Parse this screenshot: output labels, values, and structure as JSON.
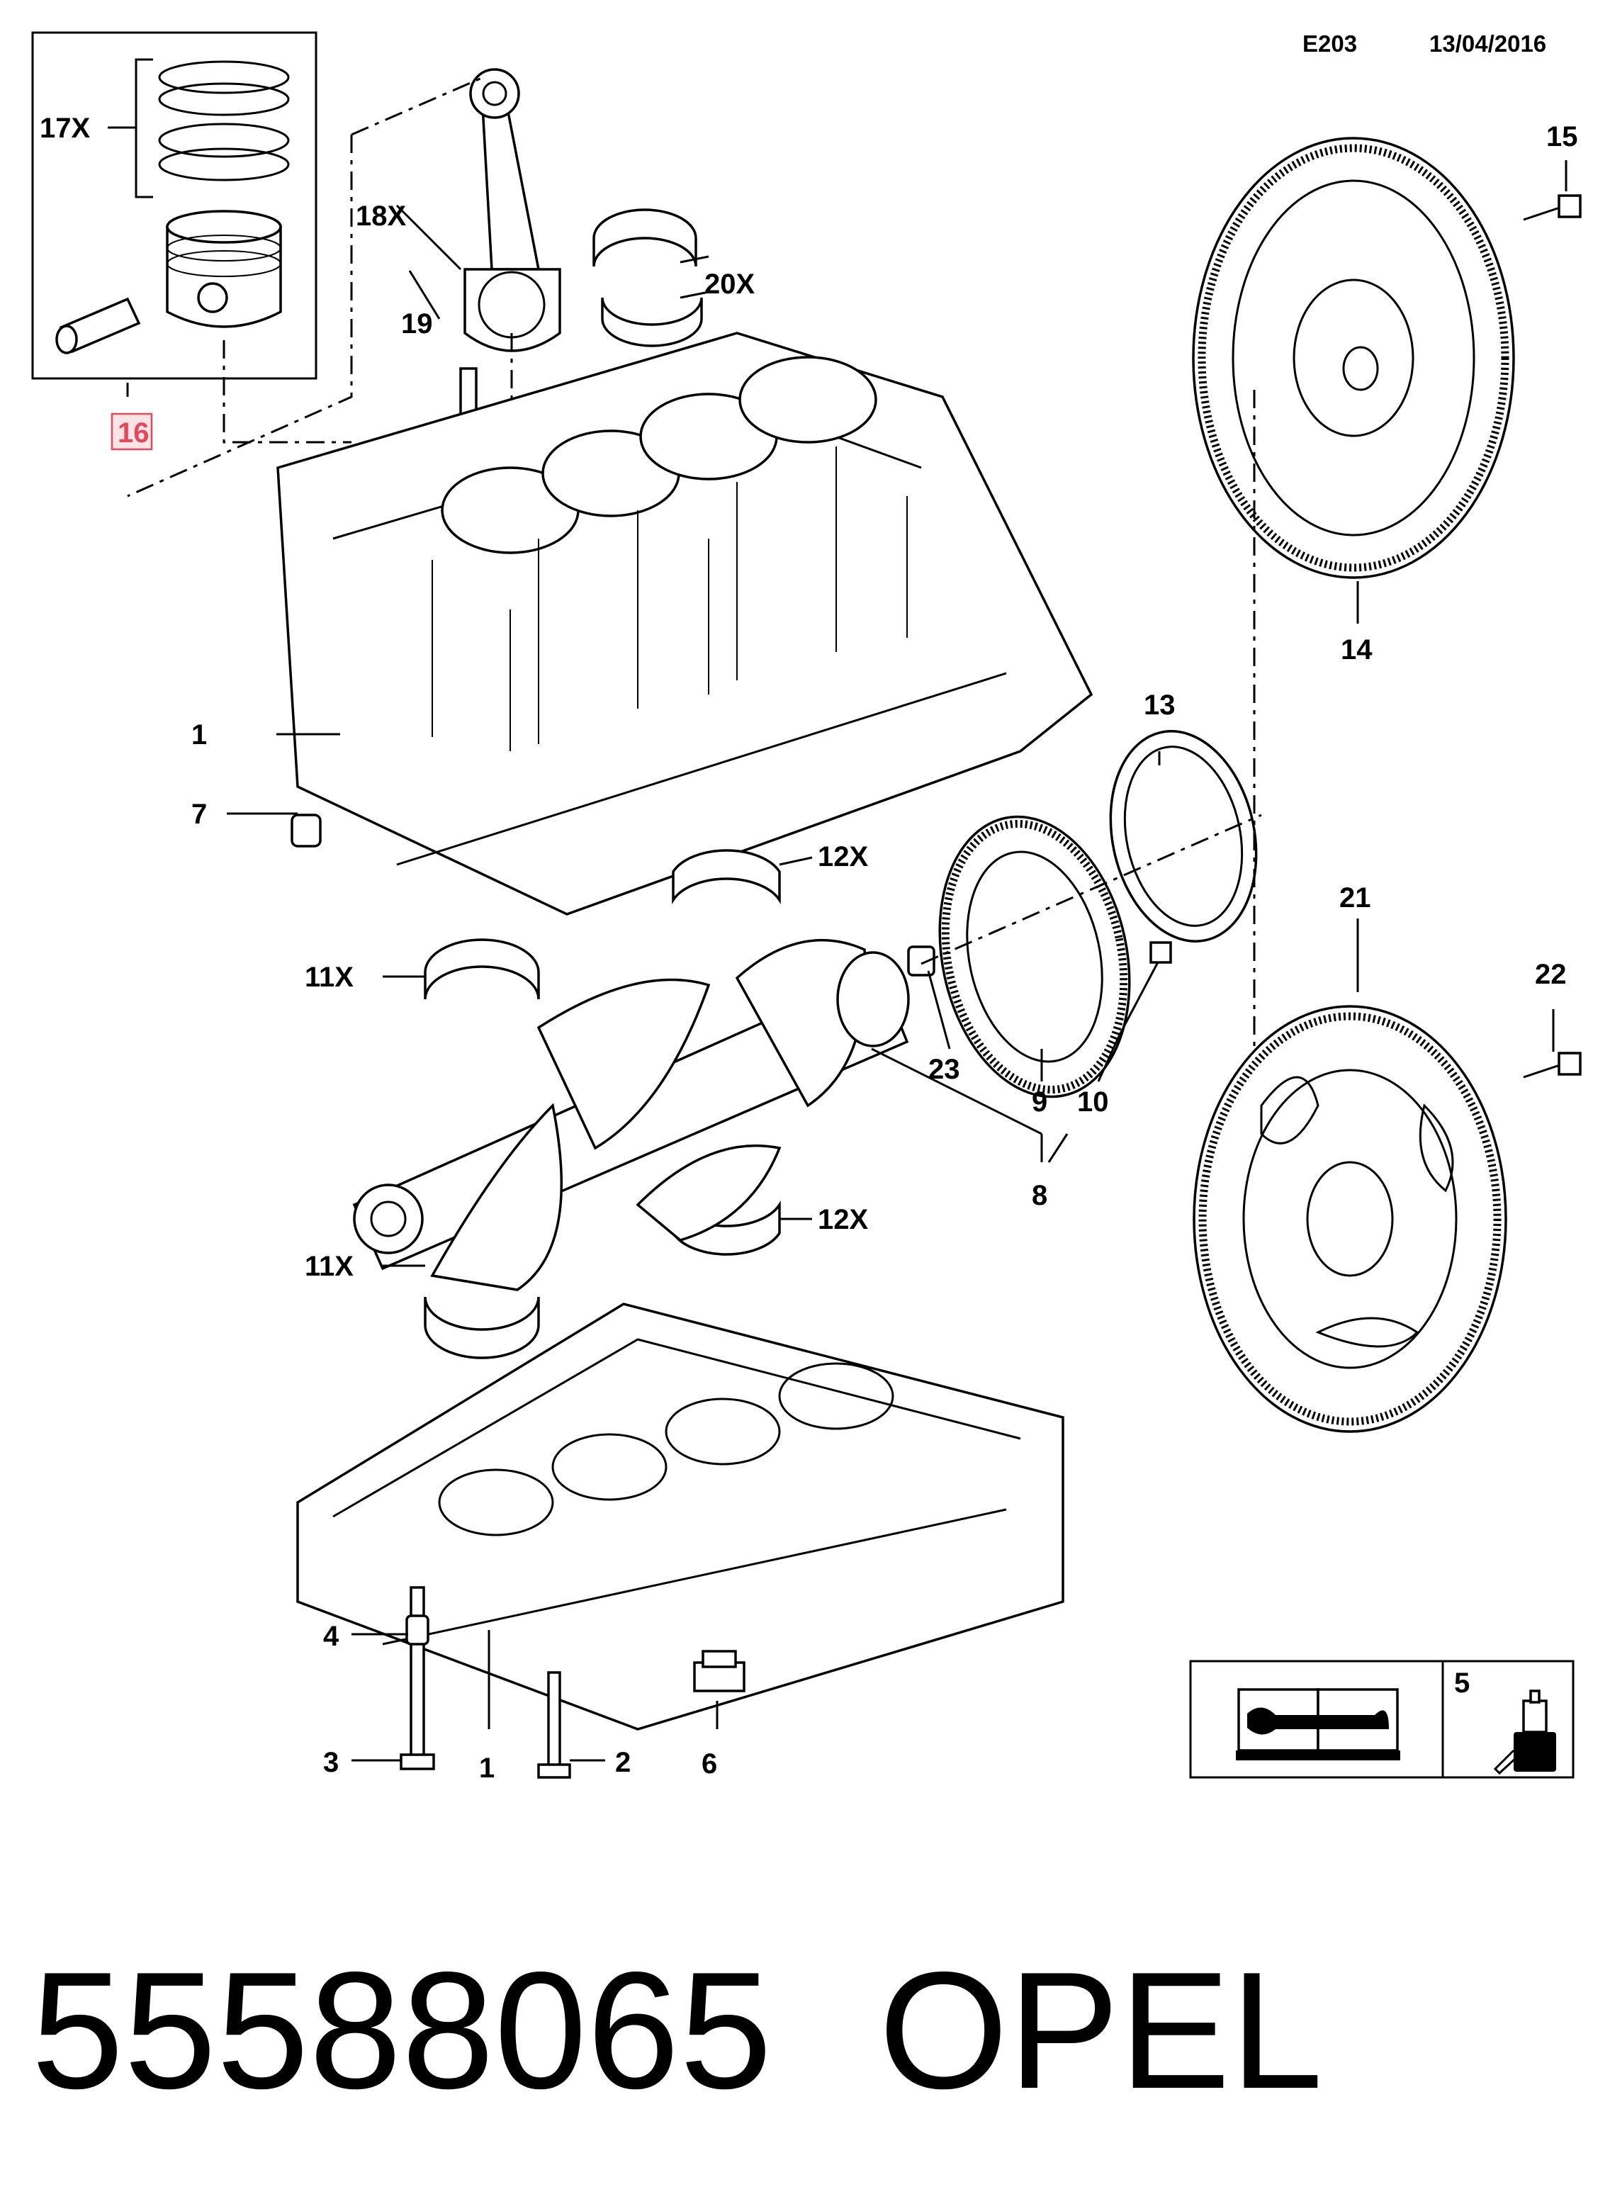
{
  "header": {
    "section_code": "E203",
    "date": "13/04/2016"
  },
  "callouts": {
    "c1": "1",
    "c1b": "1",
    "c2": "2",
    "c3": "3",
    "c4": "4",
    "c5": "5",
    "c6": "6",
    "c7": "7",
    "c8": "8",
    "c9": "9",
    "c10": "10",
    "c11x_a": "11X",
    "c11x_b": "11X",
    "c12x_a": "12X",
    "c12x_b": "12X",
    "c13": "13",
    "c14": "14",
    "c15": "15",
    "c16": "16",
    "c17x": "17X",
    "c18x": "18X",
    "c19": "19",
    "c20x": "20X",
    "c21": "21",
    "c22": "22",
    "c23": "23"
  },
  "highlight_color": "#e04a5a",
  "footer": {
    "part_number": "55588065",
    "brand": "OPEL"
  },
  "icons": [
    "service-manual-book-wrench-icon",
    "sealant-tube-icon"
  ]
}
